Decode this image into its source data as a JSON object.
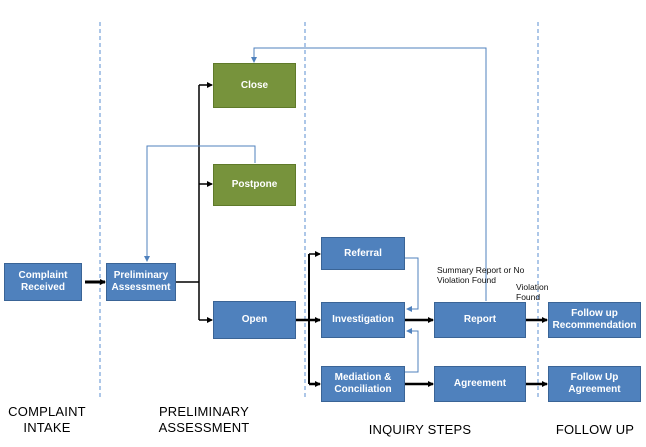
{
  "boxes": {
    "complaint_received": "Complaint Received",
    "preliminary_assessment": "Preliminary Assessment",
    "close": "Close",
    "postpone": "Postpone",
    "open": "Open",
    "referral": "Referral",
    "investigation": "Investigation",
    "mediation": "Mediation & Conciliation",
    "report": "Report",
    "agreement": "Agreement",
    "follow_up_recommendation": "Follow up Recommendation",
    "follow_up_agreement": "Follow Up Agreement"
  },
  "annotations": {
    "summary_report": "Summary Report or No Violation Found",
    "violation_found": "Violation Found"
  },
  "phases": {
    "complaint_intake": "COMPLAINT INTAKE",
    "preliminary_assessment": "PRELIMINARY ASSESSMENT",
    "inquiry_steps": "INQUIRY STEPS",
    "follow_up": "FOLLOW UP"
  },
  "colors": {
    "box_blue": "#4f81bd",
    "box_green": "#77933c",
    "feedback_line": "#4f81bd",
    "divider": "#5b8fd0"
  }
}
